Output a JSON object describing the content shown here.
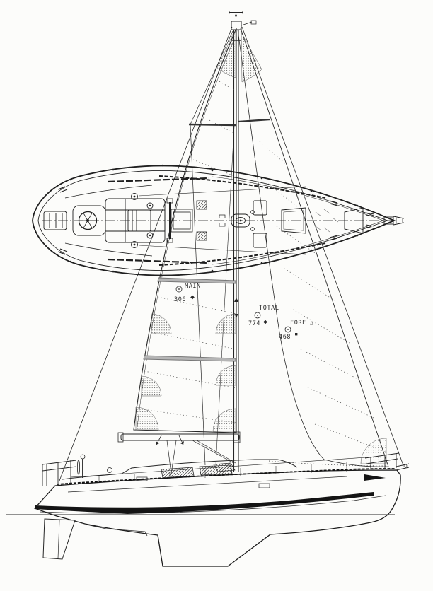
{
  "page": {
    "background": "#fcfcfa",
    "ink": "#262626",
    "heavy_ink": "#111111",
    "stipple": "#3a3a3a"
  },
  "annotations": {
    "main": {
      "label": "MAIN",
      "value": "306",
      "datum_symbol": "circled-dot",
      "value_marker": "filled-diamond"
    },
    "total": {
      "label": "TOTAL",
      "value": "774",
      "datum_symbol": "circled-dot",
      "value_marker": "filled-diamond"
    },
    "fore": {
      "label": "FORE",
      "suffix": "△",
      "value": "468",
      "datum_symbol": "circled-dot",
      "value_marker": "filled-square"
    }
  }
}
